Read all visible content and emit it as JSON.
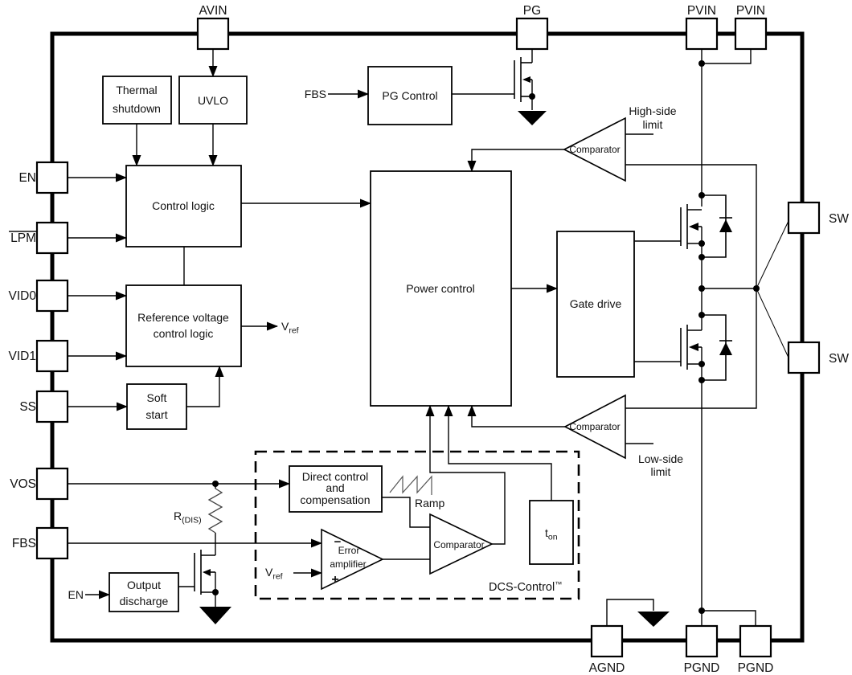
{
  "pins": {
    "top": [
      "AVIN",
      "PG",
      "PVIN",
      "PVIN"
    ],
    "left": [
      "EN",
      "LPM",
      "VID0",
      "VID1",
      "SS",
      "VOS",
      "FBS"
    ],
    "right": [
      "SW",
      "SW"
    ],
    "bottom": [
      "AGND",
      "PGND",
      "PGND"
    ]
  },
  "blocks": {
    "thermal_shutdown": {
      "line1": "Thermal",
      "line2": "shutdown"
    },
    "uvlo": {
      "label": "UVLO"
    },
    "pg_control": {
      "label": "PG Control"
    },
    "control_logic": {
      "label": "Control logic"
    },
    "reference_voltage": {
      "line1": "Reference voltage",
      "line2": "control logic"
    },
    "soft_start": {
      "line1": "Soft",
      "line2": "start"
    },
    "power_control": {
      "label": "Power control"
    },
    "gate_drive": {
      "label": "Gate drive"
    },
    "output_discharge": {
      "line1": "Output",
      "line2": "discharge"
    },
    "direct_control": {
      "line1": "Direct control",
      "line2": "and",
      "line3": "compensation"
    },
    "t_on": {
      "main": "t",
      "sub": "on"
    },
    "dcs_control": {
      "main": "DCS-Control",
      "sup": "™"
    }
  },
  "comparators": {
    "high_side": {
      "label": "Comparator"
    },
    "low_side": {
      "label": "Comparator"
    },
    "dcs": {
      "label": "Comparator"
    },
    "error_amp": {
      "line1": "Error",
      "line2": "amplifier",
      "minus": "−",
      "plus": "+"
    }
  },
  "signals": {
    "fbs_input": "FBS",
    "en_input": "EN",
    "vref": {
      "main": "V",
      "sub": "ref"
    },
    "rdis": {
      "main": "R",
      "sub": "(DIS)"
    },
    "ramp": "Ramp",
    "high_side_limit": {
      "line1": "High-side",
      "line2": "limit"
    },
    "low_side_limit": {
      "line1": "Low-side",
      "line2": "limit"
    }
  }
}
